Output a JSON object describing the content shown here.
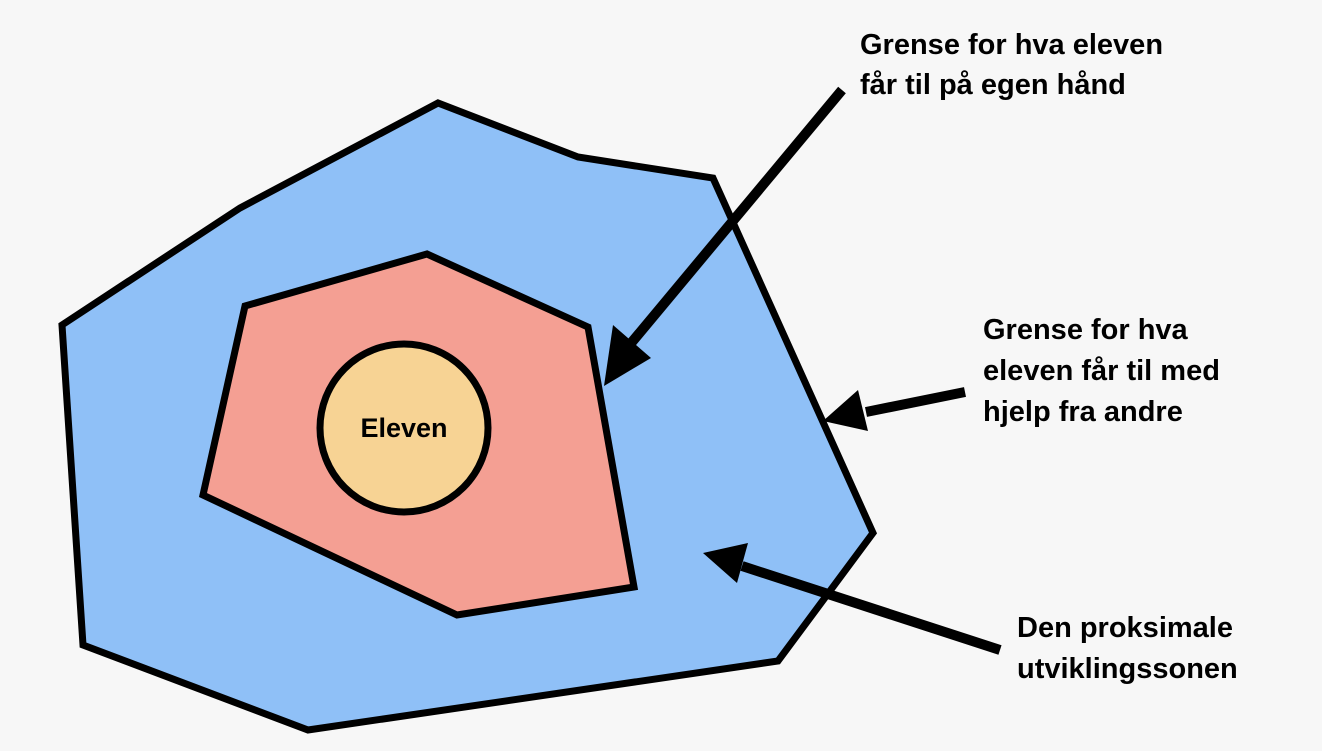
{
  "colors": {
    "background": "#f7f7f7",
    "outer_zone": "#8fc0f7",
    "inner_zone": "#f49f93",
    "student_circle": "#f7d394",
    "stroke": "#000000"
  },
  "center_label": "Eleven",
  "annotations": {
    "own_limit": [
      "Grense for hva eleven",
      "får til på egen hånd"
    ],
    "help_limit": [
      "Grense for hva",
      "eleven får til med",
      "hjelp fra andre"
    ],
    "zpd": [
      "Den proksimale",
      "utviklingssonen"
    ]
  }
}
